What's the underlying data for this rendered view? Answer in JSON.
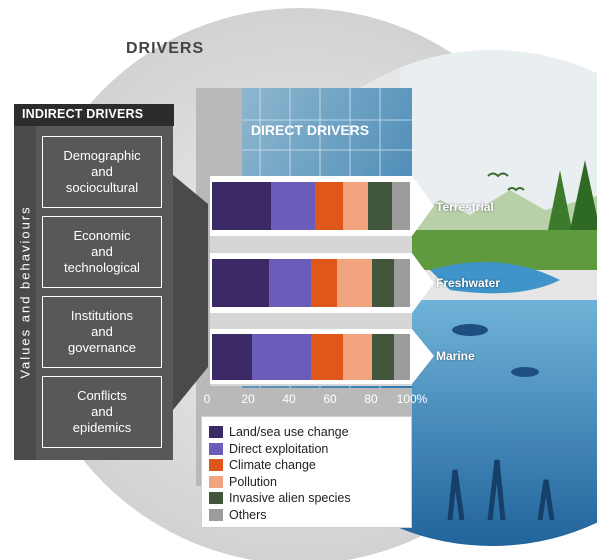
{
  "diagram": {
    "title": "DRIVERS",
    "indirect": {
      "title": "INDIRECT DRIVERS",
      "side_label": "Values and behaviours",
      "boxes": [
        "Demographic\nand\nsociocultural",
        "Economic\nand\ntechnological",
        "Institutions\nand\ngovernance",
        "Conflicts\nand\nepidemics"
      ]
    },
    "direct": {
      "title": "DIRECT DRIVERS",
      "realms": [
        "Terrestrial",
        "Freshwater",
        "Marine"
      ]
    },
    "axis_ticks": [
      "0",
      "20",
      "40",
      "60",
      "80",
      "100%"
    ],
    "legend": [
      {
        "label": "Land/sea use change",
        "color": "#3b2a66"
      },
      {
        "label": "Direct exploitation",
        "color": "#6a5cb8"
      },
      {
        "label": "Climate change",
        "color": "#e0571c"
      },
      {
        "label": "Pollution",
        "color": "#f2a47e"
      },
      {
        "label": "Invasive alien species",
        "color": "#42553d"
      },
      {
        "label": "Others",
        "color": "#9c9c9c"
      }
    ]
  },
  "chart_data": {
    "type": "bar",
    "stacked": true,
    "orientation": "horizontal",
    "title": "DIRECT DRIVERS",
    "categories": [
      "Terrestrial",
      "Freshwater",
      "Marine"
    ],
    "series": [
      {
        "name": "Land/sea use change",
        "values": [
          30,
          29,
          20
        ]
      },
      {
        "name": "Direct exploitation",
        "values": [
          22,
          21,
          30
        ]
      },
      {
        "name": "Climate change",
        "values": [
          14,
          13,
          16
        ]
      },
      {
        "name": "Pollution",
        "values": [
          13,
          18,
          15
        ]
      },
      {
        "name": "Invasive alien species",
        "values": [
          12,
          11,
          11
        ]
      },
      {
        "name": "Others",
        "values": [
          9,
          8,
          8
        ]
      }
    ],
    "xlim": [
      0,
      100
    ],
    "x_tick_labels": [
      "0",
      "20",
      "40",
      "60",
      "80",
      "100%"
    ]
  }
}
